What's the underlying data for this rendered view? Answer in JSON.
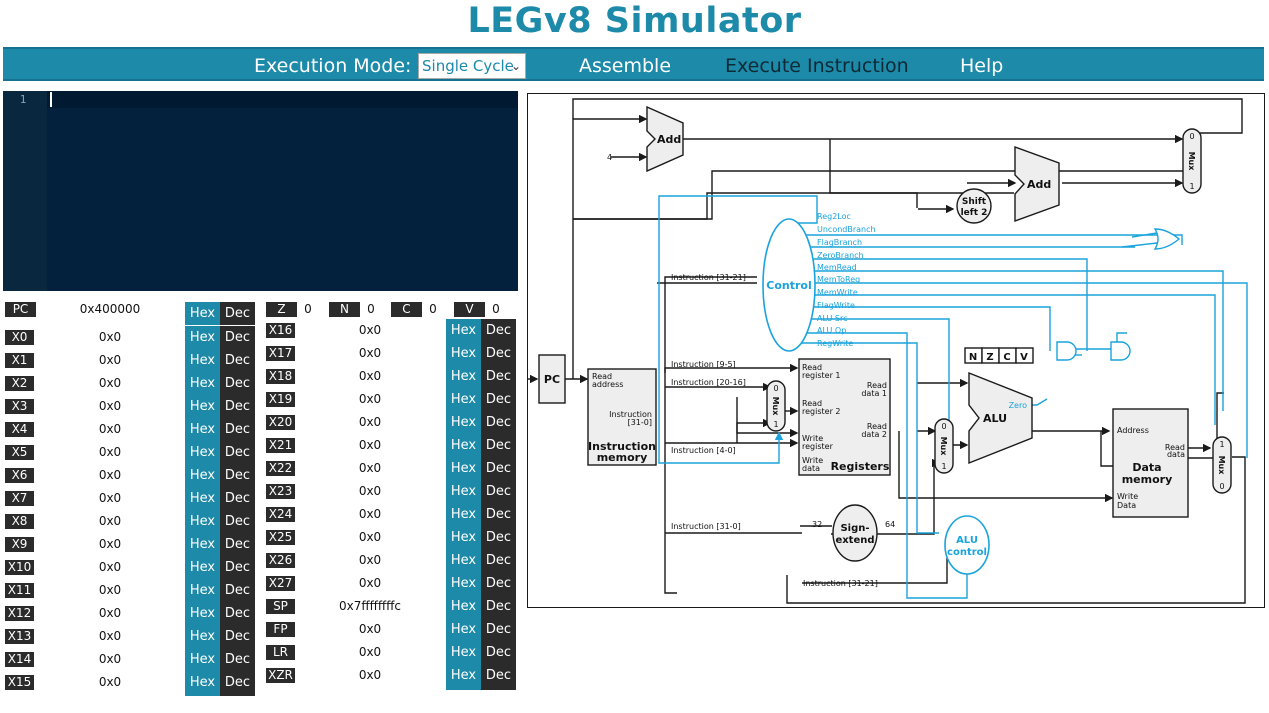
{
  "title": "LEGv8 Simulator",
  "navbar": {
    "execution_mode_label": "Execution Mode:",
    "execution_mode_value": "Single Cycle",
    "assemble": "Assemble",
    "execute_instruction": "Execute Instruction",
    "help": "Help"
  },
  "editor": {
    "line_number": "1"
  },
  "pc": {
    "label": "PC",
    "value": "0x400000"
  },
  "toggle": {
    "hex": "Hex",
    "dec": "Dec"
  },
  "flags": [
    {
      "label": "Z",
      "value": "0"
    },
    {
      "label": "N",
      "value": "0"
    },
    {
      "label": "C",
      "value": "0"
    },
    {
      "label": "V",
      "value": "0"
    }
  ],
  "registers_left": [
    {
      "label": "X0",
      "value": "0x0"
    },
    {
      "label": "X1",
      "value": "0x0"
    },
    {
      "label": "X2",
      "value": "0x0"
    },
    {
      "label": "X3",
      "value": "0x0"
    },
    {
      "label": "X4",
      "value": "0x0"
    },
    {
      "label": "X5",
      "value": "0x0"
    },
    {
      "label": "X6",
      "value": "0x0"
    },
    {
      "label": "X7",
      "value": "0x0"
    },
    {
      "label": "X8",
      "value": "0x0"
    },
    {
      "label": "X9",
      "value": "0x0"
    },
    {
      "label": "X10",
      "value": "0x0"
    },
    {
      "label": "X11",
      "value": "0x0"
    },
    {
      "label": "X12",
      "value": "0x0"
    },
    {
      "label": "X13",
      "value": "0x0"
    },
    {
      "label": "X14",
      "value": "0x0"
    },
    {
      "label": "X15",
      "value": "0x0"
    }
  ],
  "registers_right": [
    {
      "label": "X16",
      "value": "0x0"
    },
    {
      "label": "X17",
      "value": "0x0"
    },
    {
      "label": "X18",
      "value": "0x0"
    },
    {
      "label": "X19",
      "value": "0x0"
    },
    {
      "label": "X20",
      "value": "0x0"
    },
    {
      "label": "X21",
      "value": "0x0"
    },
    {
      "label": "X22",
      "value": "0x0"
    },
    {
      "label": "X23",
      "value": "0x0"
    },
    {
      "label": "X24",
      "value": "0x0"
    },
    {
      "label": "X25",
      "value": "0x0"
    },
    {
      "label": "X26",
      "value": "0x0"
    },
    {
      "label": "X27",
      "value": "0x0"
    },
    {
      "label": "SP",
      "value": "0x7ffffffffc"
    },
    {
      "label": "FP",
      "value": "0x0"
    },
    {
      "label": "LR",
      "value": "0x0"
    },
    {
      "label": "XZR",
      "value": "0x0"
    }
  ],
  "datapath": {
    "add_top": "Add",
    "add_mid": "Add",
    "const_four": "4",
    "shift_left": [
      "Shift",
      "left 2"
    ],
    "mux_label": "Mux",
    "control": "Control",
    "control_signals": [
      "Reg2Loc",
      "UncondBranch",
      "FlagBranch",
      "ZeroBranch",
      "MemRead",
      "MemToReg",
      "MemWrite",
      "FlagWrite",
      "ALU Src",
      "ALU Op",
      "RegWrite"
    ],
    "pc": "PC",
    "instr_mem": [
      "Read",
      "address",
      "Instruction",
      "[31-0]",
      "Instruction",
      "memory"
    ],
    "instr_fields": [
      "Instruction [31-21]",
      "Instruction [9-5]",
      "Instruction [20-16]",
      "Instruction [4-0]",
      "Instruction [31-0]",
      "Instruction [31-21]"
    ],
    "registers": [
      "Read",
      "register 1",
      "Read",
      "register 2",
      "Write",
      "register",
      "Write",
      "data",
      "Read",
      "data 1",
      "Read",
      "data 2",
      "Registers"
    ],
    "flags": [
      "N",
      "Z",
      "C",
      "V"
    ],
    "alu": "ALU",
    "zero": "Zero",
    "sign_extend": [
      "Sign-",
      "extend"
    ],
    "bits_in": "32",
    "bits_out": "64",
    "alu_control": [
      "ALU",
      "control"
    ],
    "data_mem": [
      "Address",
      "Read",
      "data",
      "Data",
      "memory",
      "Write",
      "Data"
    ],
    "mux_ports": {
      "zero": "0",
      "one": "1"
    },
    "colors": {
      "control": "#1aa3dc",
      "wire": "#1a1a1a",
      "block": "#eeeeee"
    }
  }
}
